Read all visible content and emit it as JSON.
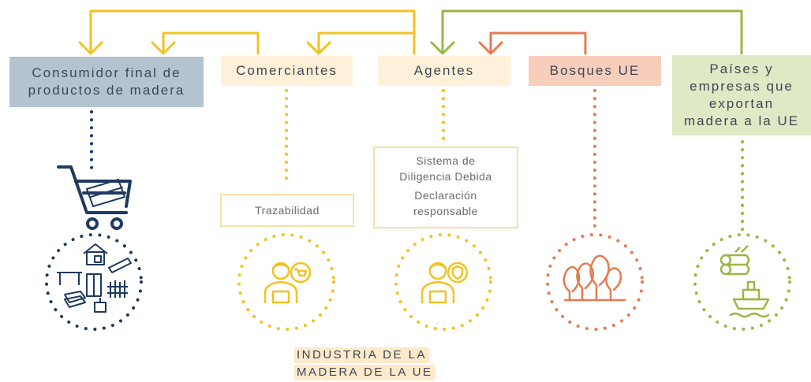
{
  "actors": {
    "consumer": "Consumidor final de productos de madera",
    "merchants": "Comerciantes",
    "agents": "Agentes",
    "eu_forests": "Bosques UE",
    "exporters": "Países y empresas que exportan madera a la UE"
  },
  "boxes": {
    "traceability": "Trazabilidad",
    "due_diligence": "Sistema de Diligencia Debida",
    "declaration": "Declaración responsable"
  },
  "footer": {
    "line1": "INDUSTRIA DE LA",
    "line2": "MADERA DE LA UE"
  },
  "colors": {
    "yellow": "#f2c21f",
    "green": "#9bb647",
    "orange": "#e57b52",
    "navy": "#1e3a5f",
    "consumer_bg": "#b3c4d0",
    "merchant_bg": "#fff1d9",
    "forest_bg": "#f7cdbc",
    "exporter_bg": "#dfe9c6"
  },
  "icons": [
    "shopping-cart-icon",
    "wood-products-icon",
    "merchant-person-icon",
    "agent-person-icon",
    "forest-icon",
    "logs-icon",
    "ship-icon"
  ]
}
